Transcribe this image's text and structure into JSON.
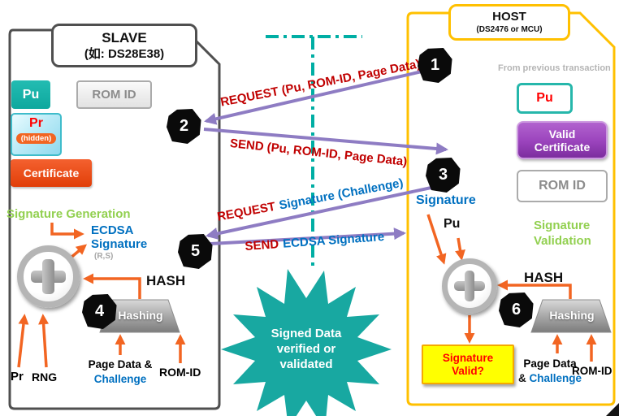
{
  "slave": {
    "title": "SLAVE",
    "subtitle": "(如: DS28E38)",
    "pu": "Pu",
    "rom_id": "ROM ID",
    "pr": "Pr",
    "pr_hidden": "(hidden)",
    "certificate": "Certificate",
    "section": "Signature Generation",
    "ecdsa_line1": "ECDSA",
    "ecdsa_line2": "Signature",
    "ecdsa_rs": "(R,S)",
    "hash": "HASH",
    "hashing": "Hashing",
    "in_pr": "Pr",
    "in_rng": "RNG",
    "in_page_data": "Page Data &",
    "in_challenge": "Challenge",
    "in_rom_id": "ROM-ID"
  },
  "host": {
    "title": "HOST",
    "subtitle": "(DS2476 or MCU)",
    "from_previous": "From previous transaction",
    "pu": "Pu",
    "valid_certificate_line1": "Valid",
    "valid_certificate_line2": "Certificate",
    "rom_id": "ROM ID",
    "signature": "Signature",
    "pu_input": "Pu",
    "section_line1": "Signature",
    "section_line2": "Validation",
    "hash": "HASH",
    "hashing": "Hashing",
    "sig_valid_line1": "Signature",
    "sig_valid_line2": "Valid?",
    "in_page_data": "Page Data",
    "in_challenge_amp": "&",
    "in_challenge": "Challenge",
    "in_rom_id": "ROM-ID"
  },
  "steps": {
    "s1": "1",
    "s2": "2",
    "s3": "3",
    "s4": "4",
    "s5": "5",
    "s6": "6"
  },
  "messages": {
    "m1": "REQUEST (Pu, ROM-ID, Page Data)",
    "m2": "SEND (Pu, ROM-ID, Page Data)",
    "m3_prefix": "REQUEST",
    "m3_rest": "Signature (Challenge)",
    "m4_prefix": "SEND",
    "m4_rest": "ECDSA Signature"
  },
  "starburst": {
    "line1": "Signed Data",
    "line2": "verified or",
    "line3": "validated"
  },
  "icons": {
    "ecdsa_engine": "plus-circle",
    "verify_engine": "plus-circle",
    "hashing_funnel": "trapezoid",
    "step_badge": "black-heptagon"
  },
  "colors": {
    "teal": "#14AFA6",
    "orange_arrow": "#F26522",
    "purple_arrow": "#8E7CC3",
    "purple_box": "#9A43BC",
    "red_text": "#C00000",
    "blue_text": "#0070C0",
    "green_text": "#92D050",
    "host_border": "#FFC000",
    "slave_border": "#4F4F4F",
    "starburst": "#18A8A1",
    "valid_bg": "#FFFF00"
  }
}
